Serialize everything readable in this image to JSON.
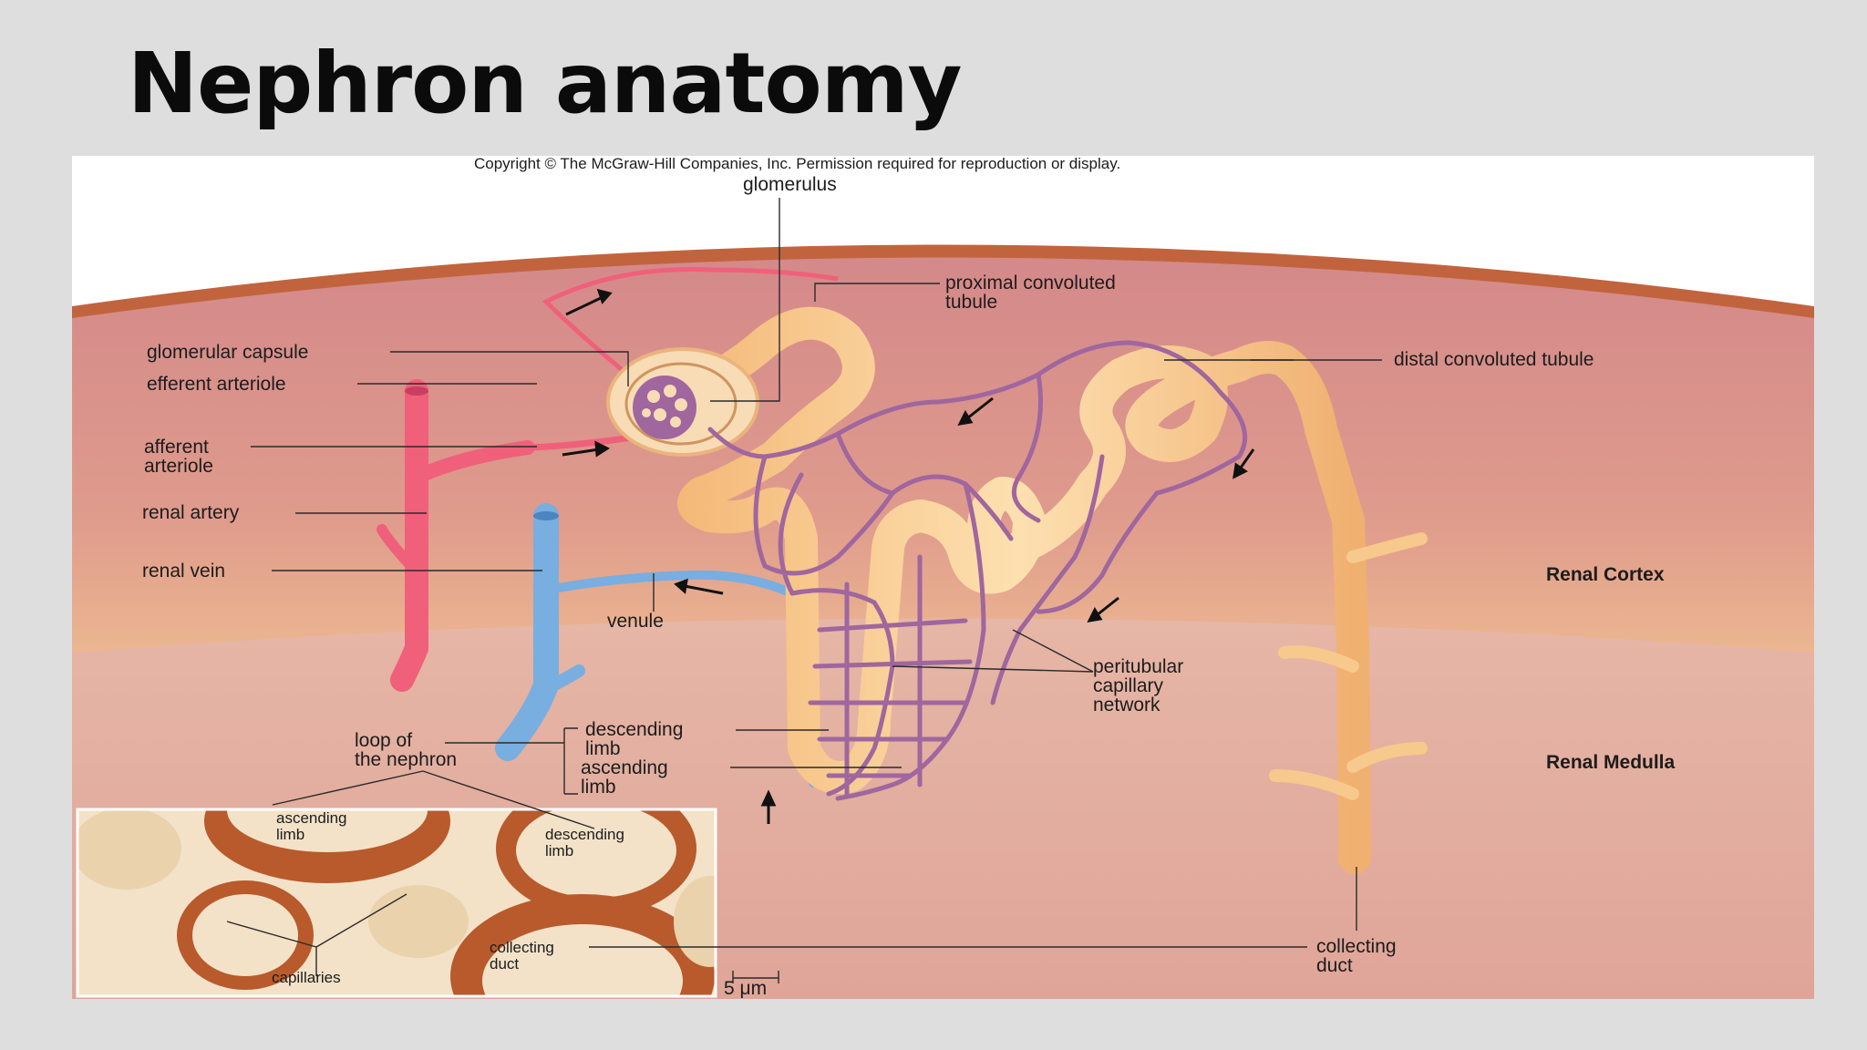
{
  "slide": {
    "title": "Nephron anatomy"
  },
  "figure": {
    "copyright": "Copyright © The McGraw-Hill Companies, Inc. Permission required for reproduction or display.",
    "regions": {
      "cortex": "Renal Cortex",
      "medulla": "Renal Medulla"
    },
    "labels": {
      "glomerulus": "glomerulus",
      "pct_1": "proximal convoluted",
      "pct_2": "tubule",
      "dct": "distal convoluted tubule",
      "glomerular_capsule": "glomerular capsule",
      "efferent_arteriole": "efferent arteriole",
      "afferent_1": "afferent",
      "afferent_2": "arteriole",
      "renal_artery": "renal artery",
      "renal_vein": "renal vein",
      "venule": "venule",
      "peritubular_1": "peritubular",
      "peritubular_2": "capillary",
      "peritubular_3": "network",
      "loop_1": "loop of",
      "loop_2": "the nephron",
      "descending_1": "descending",
      "descending_2": "limb",
      "ascending_1": "ascending",
      "ascending_2": "limb",
      "collecting_1": "collecting",
      "collecting_2": "duct"
    },
    "inset": {
      "ascending_1": "ascending",
      "ascending_2": "limb",
      "descending_1": "descending",
      "descending_2": "limb",
      "collecting_1": "collecting",
      "collecting_2": "duct",
      "capillaries": "capillaries",
      "scale": "5 μm"
    },
    "colors": {
      "cortex": "#e3ad90",
      "medulla": "#e0aea0",
      "capsule_rim": "#c1643e",
      "artery": "#f0607a",
      "vein": "#78aee0",
      "tubule": "#f7c98c",
      "capillary": "#a0669e"
    }
  }
}
